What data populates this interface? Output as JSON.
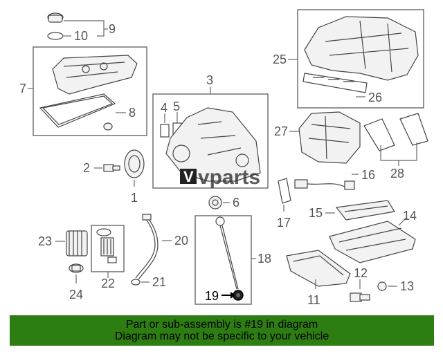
{
  "callouts": {
    "n1": "1",
    "n2": "2",
    "n3": "3",
    "n4": "4",
    "n5": "5",
    "n6": "6",
    "n7": "7",
    "n8": "8",
    "n9": "9",
    "n10": "10",
    "n11": "11",
    "n12": "12",
    "n13": "13",
    "n14": "14",
    "n15": "15",
    "n16": "16",
    "n17": "17",
    "n18": "18",
    "n19": "19",
    "n20": "20",
    "n21": "21",
    "n22": "22",
    "n23": "23",
    "n24": "24",
    "n25": "25",
    "n26": "26",
    "n27": "27",
    "n28": "28"
  },
  "highlighted_part": "19",
  "watermark": {
    "mark": "V",
    "text": "vparts"
  },
  "banner": {
    "line1": "Part or sub-assembly is #19 in diagram",
    "line2": "Diagram may not be specific to your vehicle"
  },
  "colors": {
    "banner": "#2e7d13",
    "highlight_text": "#000000",
    "callout_text": "#555555"
  }
}
